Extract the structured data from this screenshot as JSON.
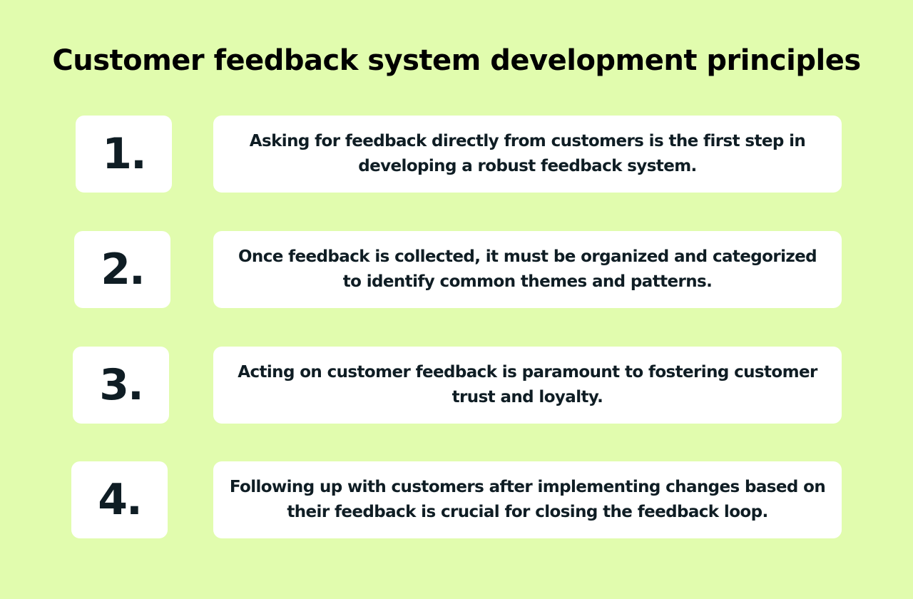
{
  "title": "Customer feedback system development principles",
  "principles": [
    {
      "number": "1.",
      "text": "Asking for feedback directly from customers is the first step in developing a robust feedback system."
    },
    {
      "number": "2.",
      "text": "Once feedback is collected, it must be organized and categorized to identify common themes and patterns."
    },
    {
      "number": "3.",
      "text": "Acting on customer feedback is paramount to fostering customer trust and loyalty."
    },
    {
      "number": "4.",
      "text": "Following up with customers after implementing changes based on their feedback is crucial for closing the feedback loop."
    }
  ],
  "colors": {
    "background": "#e1fcae",
    "card": "#ffffff",
    "text": "#0f1d24"
  }
}
